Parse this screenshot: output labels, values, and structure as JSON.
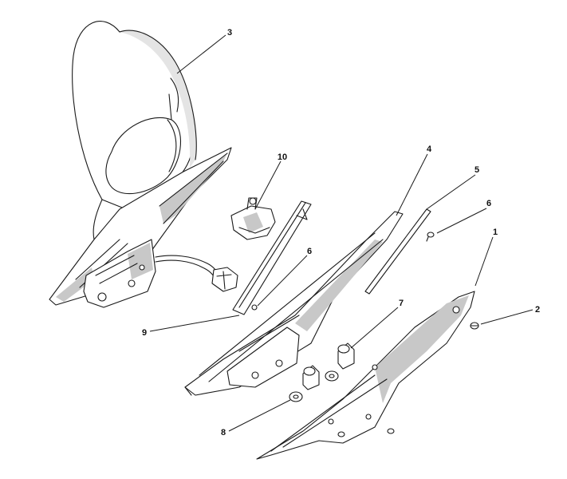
{
  "callouts": [
    "1",
    "2",
    "3",
    "4",
    "5",
    "6",
    "6",
    "7",
    "8",
    "9",
    "10"
  ],
  "colors": {
    "line": "#1a1a1a",
    "shade": "#c8c8c8",
    "background": "#ffffff"
  }
}
